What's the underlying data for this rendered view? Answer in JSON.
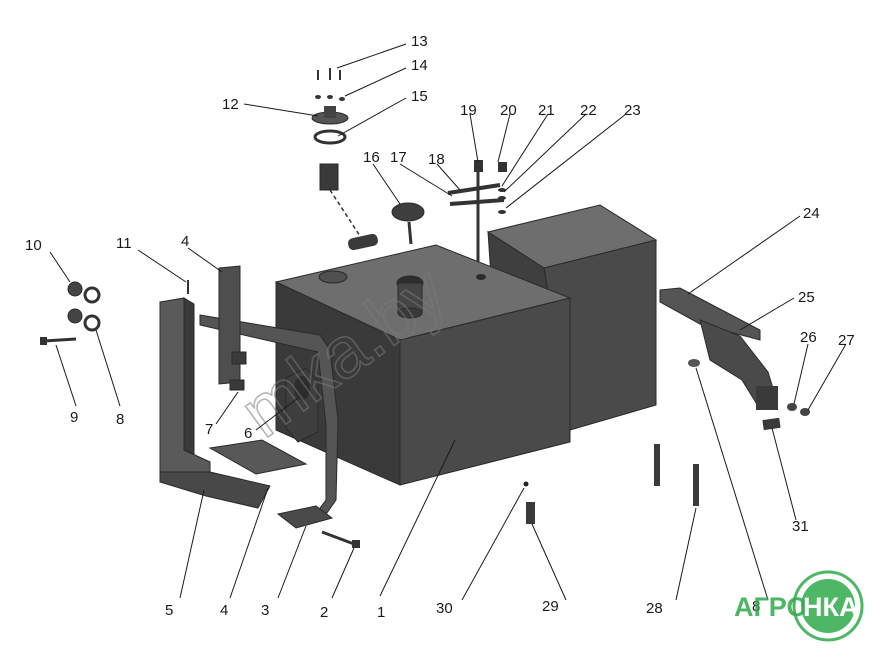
{
  "callouts": [
    "1",
    "2",
    "3",
    "4",
    "4",
    "5",
    "6",
    "7",
    "8",
    "8",
    "9",
    "10",
    "11",
    "12",
    "13",
    "14",
    "15",
    "16",
    "17",
    "18",
    "19",
    "20",
    "21",
    "22",
    "23",
    "24",
    "25",
    "26",
    "27",
    "28",
    "29",
    "30",
    "31"
  ],
  "watermark": "mka.by",
  "logo": {
    "left": "АГРО",
    "right": "НКА"
  },
  "colors": {
    "tank_dark": "#3d3d3d",
    "tank_mid": "#585858",
    "tank_light": "#6e6e6e",
    "logo_green": "#2faa4a"
  }
}
